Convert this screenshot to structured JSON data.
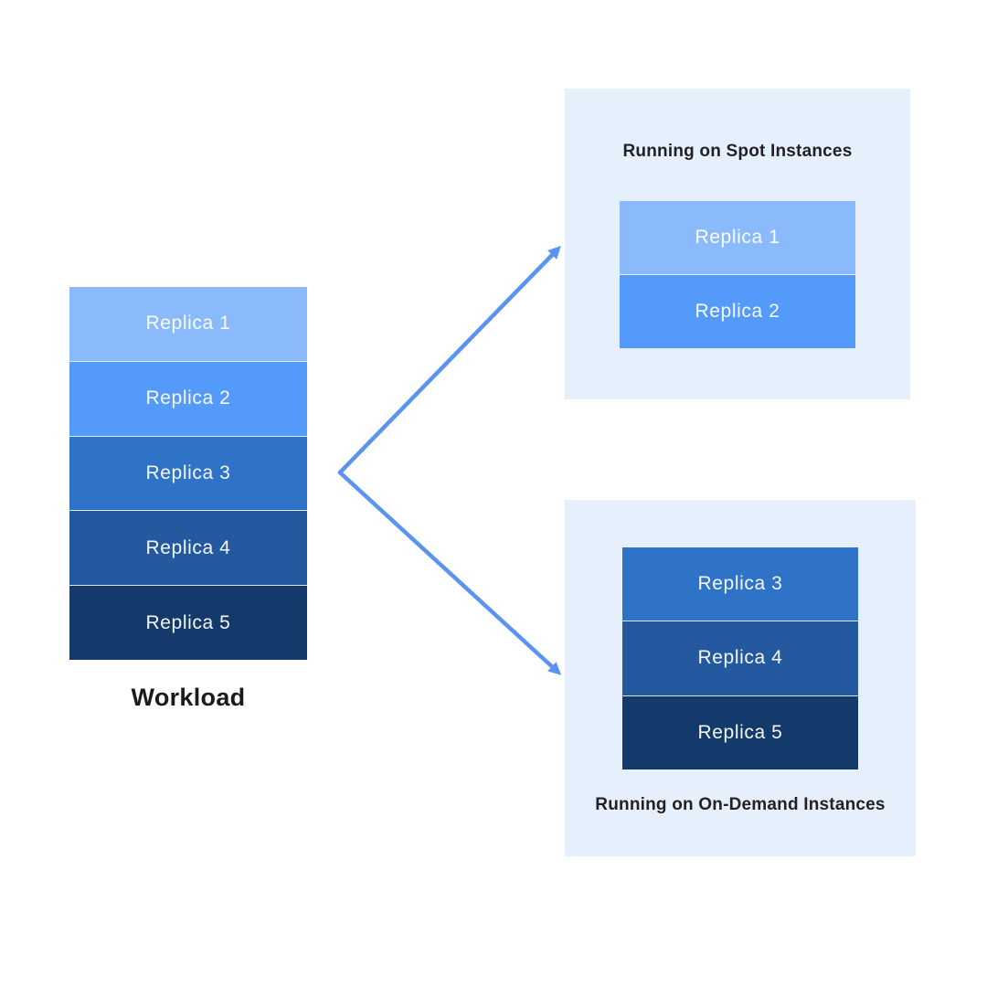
{
  "workload": {
    "label": "Workload",
    "replicas": [
      {
        "label": "Replica 1",
        "color": "#8ABAFB"
      },
      {
        "label": "Replica 2",
        "color": "#549AFA"
      },
      {
        "label": "Replica 3",
        "color": "#2E73C8"
      },
      {
        "label": "Replica 4",
        "color": "#25599F"
      },
      {
        "label": "Replica 5",
        "color": "#143A6B"
      }
    ]
  },
  "spot_panel": {
    "title": "Running on Spot Instances",
    "replicas": [
      {
        "label": "Replica 1",
        "color": "#8ABAFB"
      },
      {
        "label": "Replica 2",
        "color": "#549AFA"
      }
    ]
  },
  "ondemand_panel": {
    "title": "Running on On-Demand Instances",
    "replicas": [
      {
        "label": "Replica 3",
        "color": "#2E73C8"
      },
      {
        "label": "Replica 4",
        "color": "#25599F"
      },
      {
        "label": "Replica 5",
        "color": "#143A6B"
      }
    ]
  },
  "colors": {
    "panel_bg": "#E6F0FC",
    "arrow": "#5B93F3",
    "title_text": "#222226",
    "replica_text": "#FFFFFF"
  }
}
